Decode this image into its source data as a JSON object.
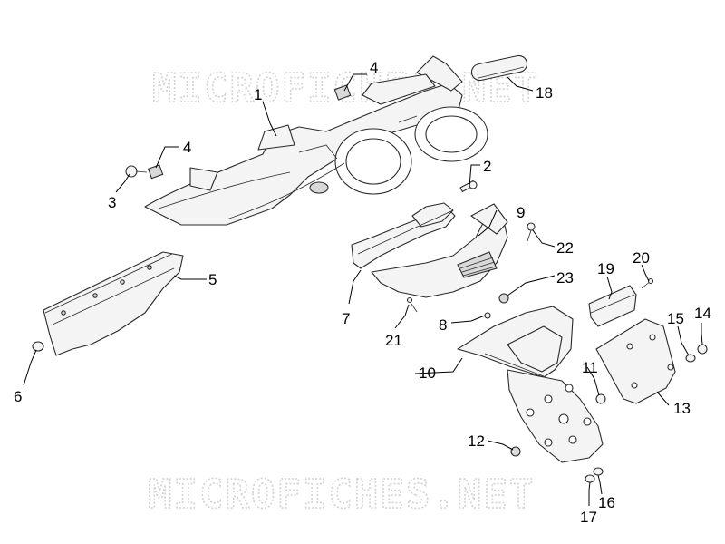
{
  "watermark": {
    "top": "MICROFICHES.NET",
    "bottom": "MICROFICHES.NET"
  },
  "callouts": {
    "c1": "1",
    "c2": "2",
    "c3": "3",
    "c4a": "4",
    "c4b": "4",
    "c5": "5",
    "c6": "6",
    "c7": "7",
    "c8": "8",
    "c9": "9",
    "c10": "10",
    "c11": "11",
    "c12": "12",
    "c13": "13",
    "c14": "14",
    "c15": "15",
    "c16": "16",
    "c17": "17",
    "c18": "18",
    "c19": "19",
    "c20": "20",
    "c21": "21",
    "c22": "22",
    "c23": "23"
  },
  "colors": {
    "line": "#2a2a2a",
    "fill": "#f4f4f4",
    "watermark": "#d2d2d2"
  }
}
